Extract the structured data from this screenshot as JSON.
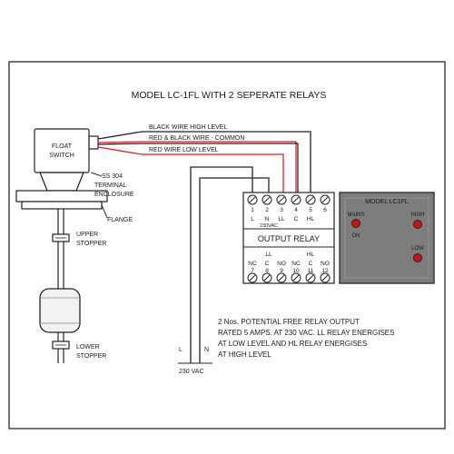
{
  "title": "MODEL LC-1FL WITH 2 SEPERATE RELAYS",
  "wires": {
    "high": "BLACK WIRE HIGH LEVEL",
    "common": "RED & BLACK WIRE - COMMON",
    "low": "RED WIRE LOW LEVEL"
  },
  "float_switch": {
    "label_line1": "FLOAT",
    "label_line2": "SWITCH",
    "enclosure_line1": "SS 304",
    "enclosure_line2": "TERMINAL",
    "enclosure_line3": "ENCLOSURE",
    "flange": "FLANGE",
    "upper_stopper_line1": "UPPER",
    "upper_stopper_line2": "STOPPER",
    "lower_stopper_line1": "LOWER",
    "lower_stopper_line2": "STOPPER"
  },
  "relay": {
    "top_numbers": [
      "1",
      "2",
      "3",
      "4",
      "5",
      "6"
    ],
    "top_labels": [
      "L",
      "N",
      "LL",
      "C",
      "HL",
      ""
    ],
    "supply_label": "230VAC",
    "title": "OUTPUT RELAY",
    "group_ll": "LL",
    "group_hl": "HL",
    "bottom_labels": [
      "NC",
      "C",
      "NO",
      "NC",
      "C",
      "NO"
    ],
    "bottom_numbers": [
      "7",
      "8",
      "9",
      "10",
      "11",
      "12"
    ]
  },
  "panel": {
    "title": "MODEL LC1FL",
    "mains": "MAINS",
    "on": "ON",
    "high": "HIGH",
    "low": "LOW"
  },
  "supply": {
    "l": "L",
    "n": "N",
    "voltage": "230 VAC"
  },
  "note": {
    "line1": "2 Nos. POTENTIAL FREE RELAY OUTPUT",
    "line2": "RATED 5 AMPS. AT 230 VAC. LL RELAY ENERGISES",
    "line3": "AT LOW LEVEL AND HL RELAY ENERGISES",
    "line4": "AT HIGH LEVEL"
  },
  "colors": {
    "red_wire": "#dd2222",
    "panel_fill": "#7d7d7d",
    "lamp": "#cc1111"
  }
}
